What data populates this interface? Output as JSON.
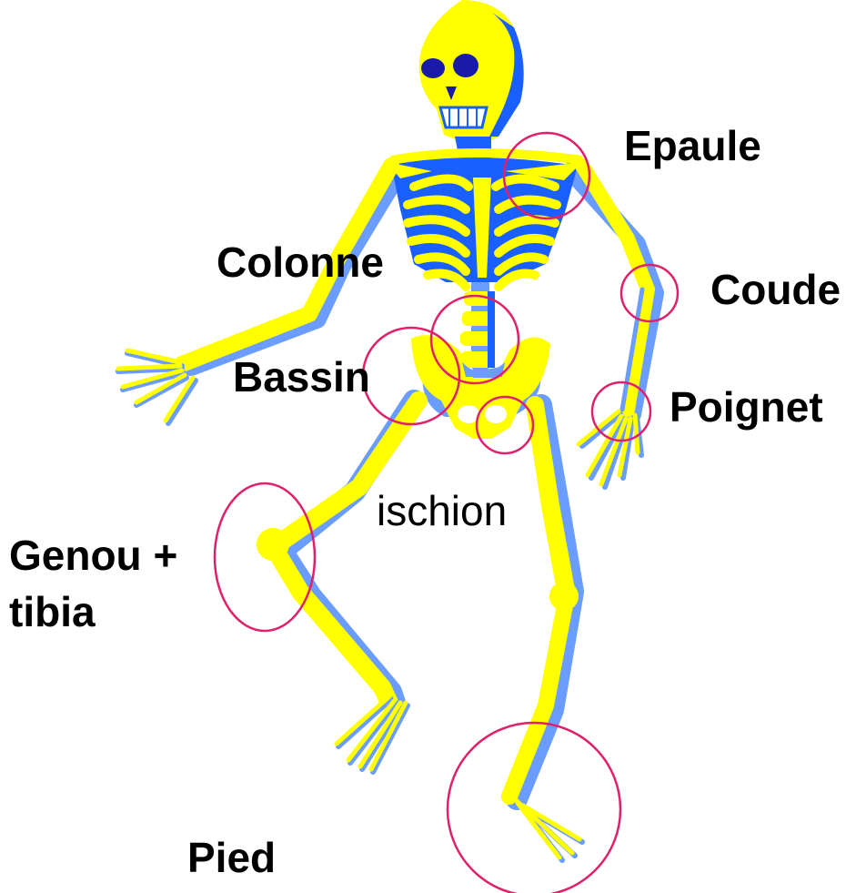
{
  "labels": {
    "epaule": "Epaule",
    "colonne": "Colonne",
    "coude": "Coude",
    "bassin": "Bassin",
    "poignet": "Poignet",
    "ischion": "ischion",
    "genou_line1": "Genou +",
    "genou_line2": "tibia",
    "pied": "Pied"
  },
  "colors": {
    "bone": "#ffff00",
    "bone_shadow": "#6b9cff",
    "bone_dark": "#1a5fff",
    "eye": "#1a1aa8",
    "circle": "#e0206a",
    "text": "#000000"
  }
}
